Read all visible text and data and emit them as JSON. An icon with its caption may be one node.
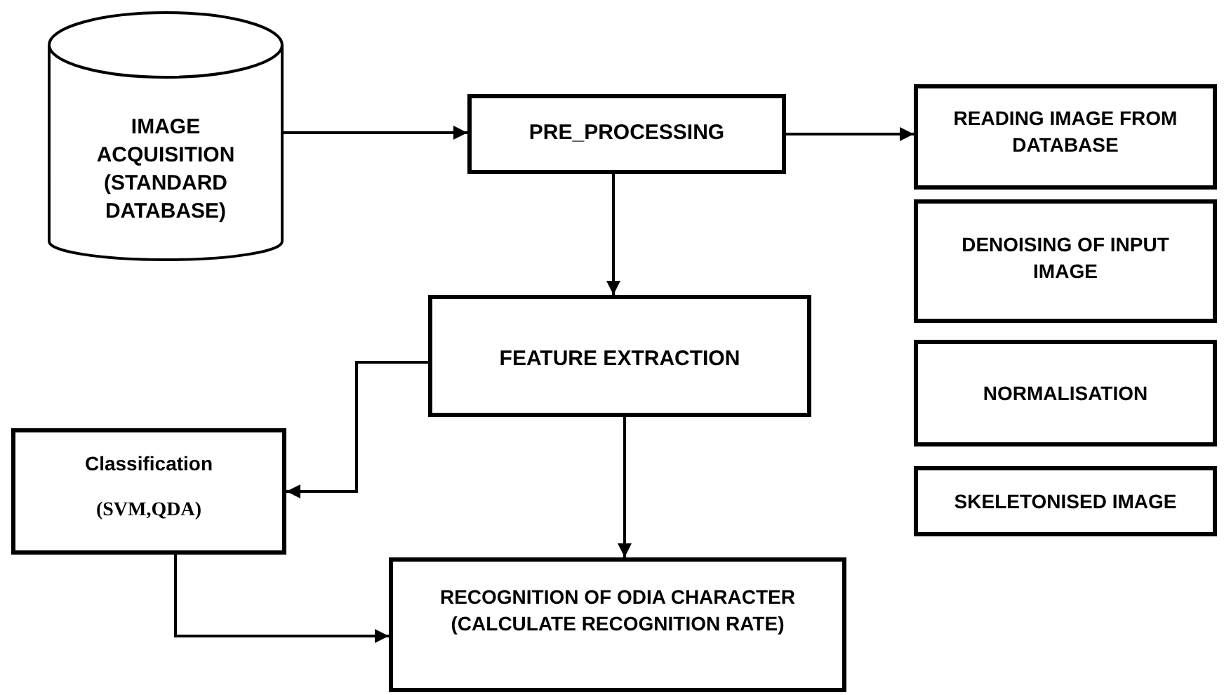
{
  "diagram": {
    "nodes": [
      {
        "text": [
          "IMAGE ACQUISITION (STANDARD DATABASE)"
        ]
      },
      {
        "text": [
          "PRE_PROCESSING"
        ]
      },
      {
        "text": [
          "READING IMAGE FROM DATABASE"
        ]
      },
      {
        "text": [
          "DENOISING OF INPUT IMAGE"
        ]
      },
      {
        "text": [
          "NORMALISATION"
        ]
      },
      {
        "text": [
          "SKELETONISED IMAGE"
        ]
      },
      {
        "text": [
          "FEATURE EXTRACTION"
        ]
      },
      {
        "text": [
          "Classification",
          "(SVM,QDA)"
        ]
      },
      {
        "text": [
          "RECOGNITION OF ODIA CHARACTER (CALCULATE RECOGNITION RATE)"
        ]
      }
    ],
    "edges": [
      {
        "from": 0,
        "to": 1,
        "arrow": "to"
      },
      {
        "from": 1,
        "to": 2,
        "arrow": "to"
      },
      {
        "from": 1,
        "to": 6,
        "arrow": "to"
      },
      {
        "from": 6,
        "to": 7,
        "arrow": "to"
      },
      {
        "from": 6,
        "to": 8,
        "arrow": "to"
      },
      {
        "from": 7,
        "to": 8,
        "arrow": "to"
      }
    ]
  }
}
